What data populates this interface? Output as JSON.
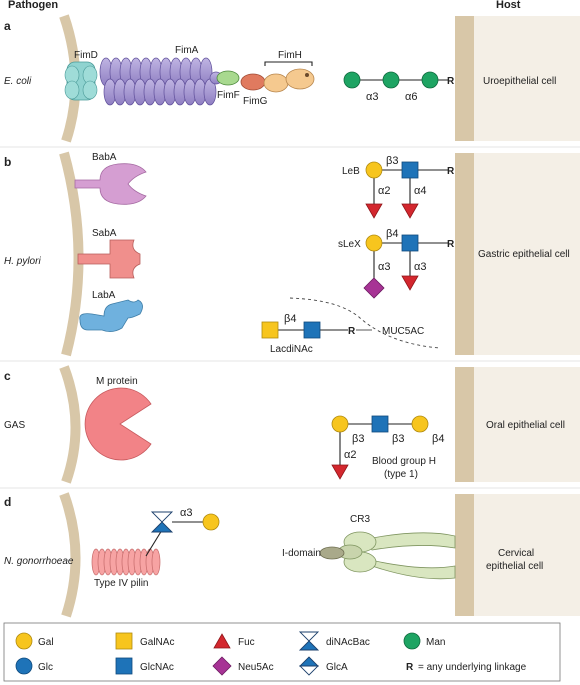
{
  "headers": {
    "pathogen": "Pathogen",
    "host": "Host"
  },
  "panels": {
    "a": {
      "letter": "a",
      "organism": "E. coli",
      "proteins": {
        "fimD": "FimD",
        "fimA": "FimA",
        "fimF": "FimF",
        "fimG": "FimG",
        "fimH": "FimH"
      },
      "glycan": {
        "linkages": [
          "α3",
          "α6"
        ],
        "r": "R"
      },
      "host_cell": "Uroepithelial cell"
    },
    "b": {
      "letter": "b",
      "organism": "H. pylori",
      "proteins": {
        "babA": "BabA",
        "sabA": "SabA",
        "labA": "LabA"
      },
      "leb": {
        "name": "LeB",
        "linkages": [
          "β3",
          "α2",
          "α4"
        ],
        "r": "R"
      },
      "slex": {
        "name": "sLeX",
        "linkages": [
          "β4",
          "α3",
          "α3"
        ],
        "r": "R"
      },
      "lacdinac": {
        "name": "LacdiNAc",
        "linkage": "β4",
        "r": "R"
      },
      "mucin": "MUC5AC",
      "host_cell": "Gastric epithelial cell"
    },
    "c": {
      "letter": "c",
      "organism": "GAS",
      "protein": "M protein",
      "glycan": {
        "linkages": [
          "β3",
          "β3",
          "β4",
          "α2"
        ]
      },
      "glycan_name_1": "Blood group H",
      "glycan_name_2": "(type 1)",
      "host_cell": "Oral epithelial cell"
    },
    "d": {
      "letter": "d",
      "organism": "N. gonorrhoeae",
      "protein": "Type IV pilin",
      "linkage": "α3",
      "cr3": "CR3",
      "idomain": "I-domain",
      "host_cell_1": "Cervical",
      "host_cell_2": "epithelial cell"
    }
  },
  "legend": {
    "items": [
      {
        "key": "gal",
        "label": "Gal"
      },
      {
        "key": "galnac",
        "label": "GalNAc"
      },
      {
        "key": "fuc",
        "label": "Fuc"
      },
      {
        "key": "dinacbac",
        "label": "diNAcBac"
      },
      {
        "key": "man",
        "label": "Man"
      },
      {
        "key": "glc",
        "label": "Glc"
      },
      {
        "key": "glcnac",
        "label": "GlcNAc"
      },
      {
        "key": "neu5ac",
        "label": "Neu5Ac"
      },
      {
        "key": "glca",
        "label": "GlcA"
      }
    ],
    "r_symbol": "R",
    "r_text": "= any underlying linkage"
  },
  "colors": {
    "gal": "#f7c51e",
    "glc": "#1e73b8",
    "man": "#1ea463",
    "fuc": "#d3272e",
    "neu5ac": "#a73395",
    "membrane": "#d8c7a8",
    "host_wall": "#d8c7a8",
    "host_bg": "#f4efe6",
    "fimA": "#a394cf",
    "fimD": "#8fd3d0",
    "babA": "#d59ed2",
    "sabA": "#f08f8c",
    "labA": "#6fb1de",
    "mprotein": "#f28387",
    "pilin": "#f7a3a3",
    "cr3": "#d9e6c0"
  }
}
